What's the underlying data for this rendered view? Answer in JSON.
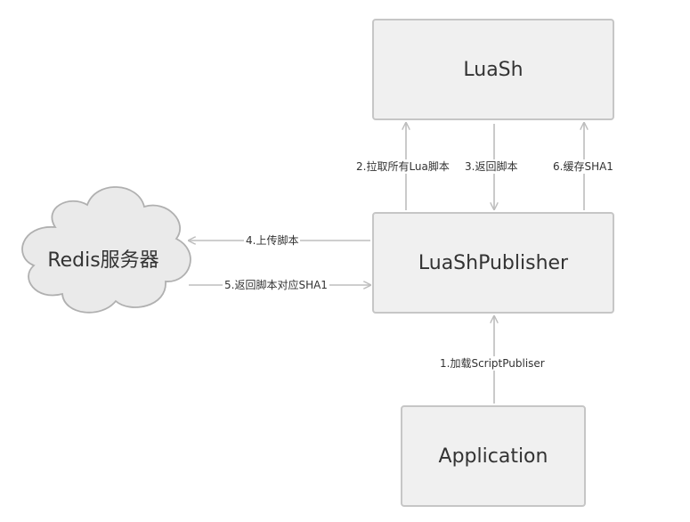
{
  "nodes": {
    "luash": "LuaSh",
    "publisher": "LuaShPublisher",
    "application": "Application",
    "redis": "Redis服务器"
  },
  "edges": {
    "e1": "1.加载ScriptPubliser",
    "e2": "2.拉取所有Lua脚本",
    "e3": "3.返回脚本",
    "e4": "4.上传脚本",
    "e5": "5.返回脚本对应SHA1",
    "e6": "6.缓存SHA1"
  },
  "colors": {
    "box_fill": "#f0f0f0",
    "box_border": "#c6c6c6",
    "cloud_fill": "#eaeaea",
    "cloud_border": "#b0b0b0",
    "arrow": "#bdbdbd",
    "text": "#333333"
  }
}
